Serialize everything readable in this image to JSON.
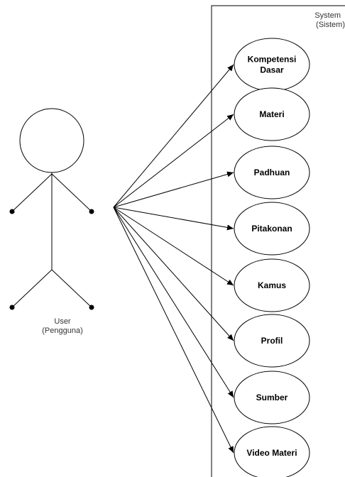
{
  "system": {
    "label_line1": "System",
    "label_line2": "(Sistem)"
  },
  "actor": {
    "label_line1": "User",
    "label_line2": "(Pengguna)"
  },
  "use_cases": [
    {
      "lines": [
        "Kompetensi",
        "Dasar"
      ]
    },
    {
      "lines": [
        "Materi"
      ]
    },
    {
      "lines": [
        "Padhuan"
      ]
    },
    {
      "lines": [
        "Pitakonan"
      ]
    },
    {
      "lines": [
        "Kamus"
      ]
    },
    {
      "lines": [
        "Profil"
      ]
    },
    {
      "lines": [
        "Sumber"
      ]
    },
    {
      "lines": [
        "Video Materi"
      ]
    }
  ]
}
